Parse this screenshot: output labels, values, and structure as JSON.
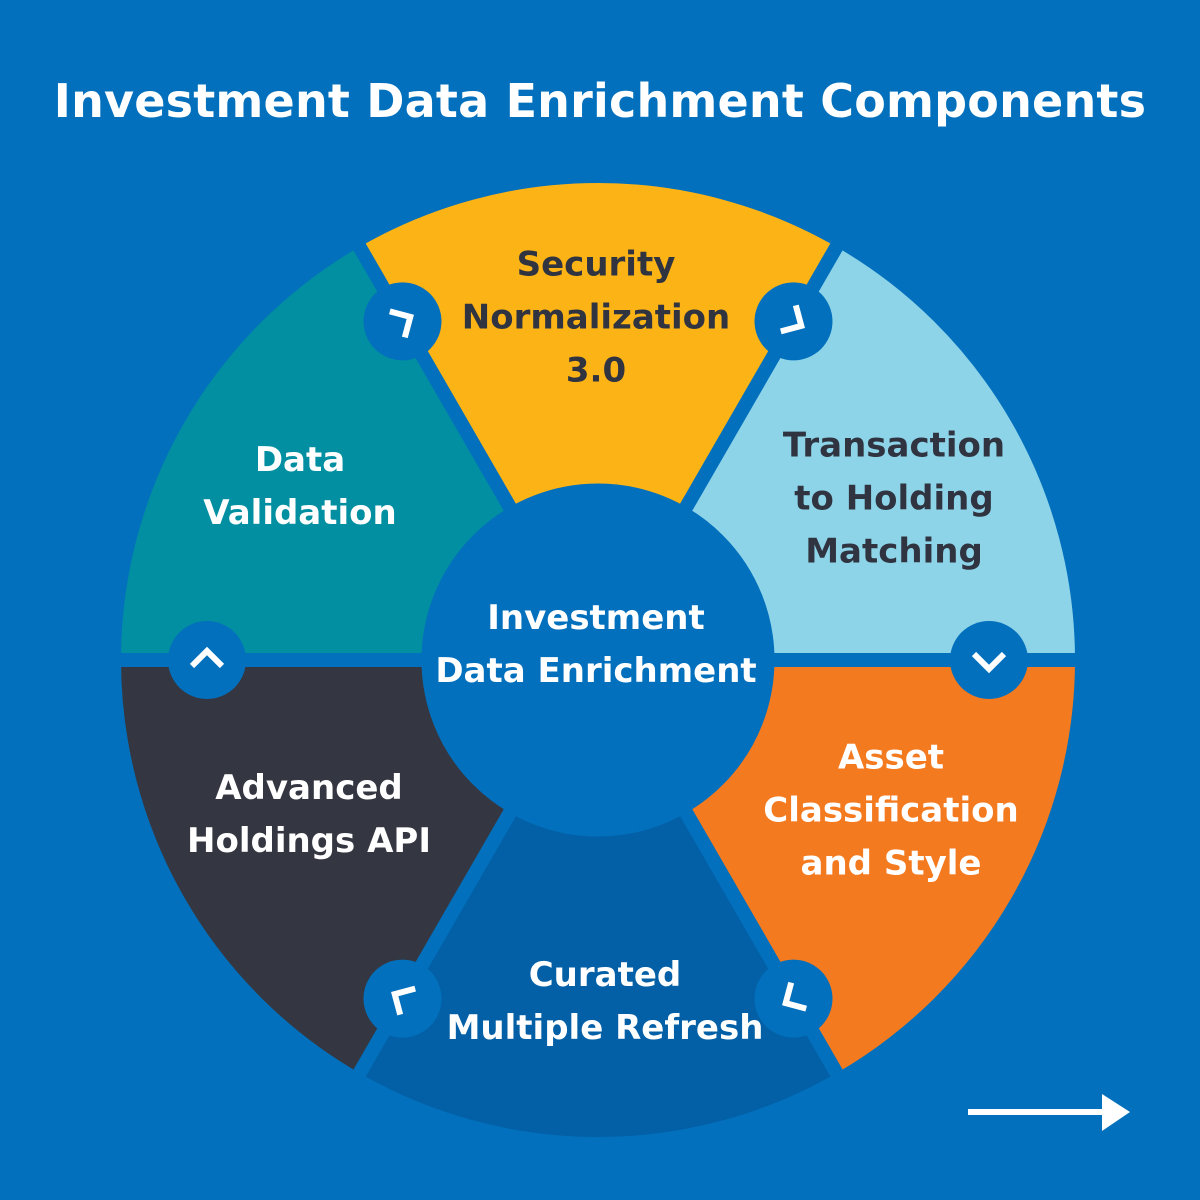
{
  "title": "Investment Data Enrichment Components",
  "center": {
    "line1": "Investment",
    "line2": "Data Enrichment"
  },
  "segments": [
    {
      "id": "security-normalization",
      "lines": [
        "Security",
        "Normalization",
        "3.0"
      ],
      "color": "#fcb316",
      "text_tone": "dark"
    },
    {
      "id": "transaction-to-holding-matching",
      "lines": [
        "Transaction",
        "to Holding",
        "Matching"
      ],
      "color": "#8ed4e9",
      "text_tone": "dark"
    },
    {
      "id": "asset-classification-and-style",
      "lines": [
        "Asset",
        "Classification",
        "and Style"
      ],
      "color": "#f47a20",
      "text_tone": "light"
    },
    {
      "id": "curated-multiple-refresh",
      "lines": [
        "Curated",
        "Multiple Refresh"
      ],
      "color": "#0360a6",
      "text_tone": "light"
    },
    {
      "id": "advanced-holdings-api",
      "lines": [
        "Advanced",
        "Holdings API"
      ],
      "color": "#343741",
      "text_tone": "light"
    },
    {
      "id": "data-validation",
      "lines": [
        "Data",
        "Validation"
      ],
      "color": "#028fa1",
      "text_tone": "light"
    }
  ],
  "colors": {
    "background": "#0270bd",
    "connector_fill": "#0270bd",
    "chevron": "#ffffff",
    "center_fill": "#0270bd"
  },
  "icons": {
    "connector": "chevron-icon",
    "next": "right-arrow-icon"
  }
}
